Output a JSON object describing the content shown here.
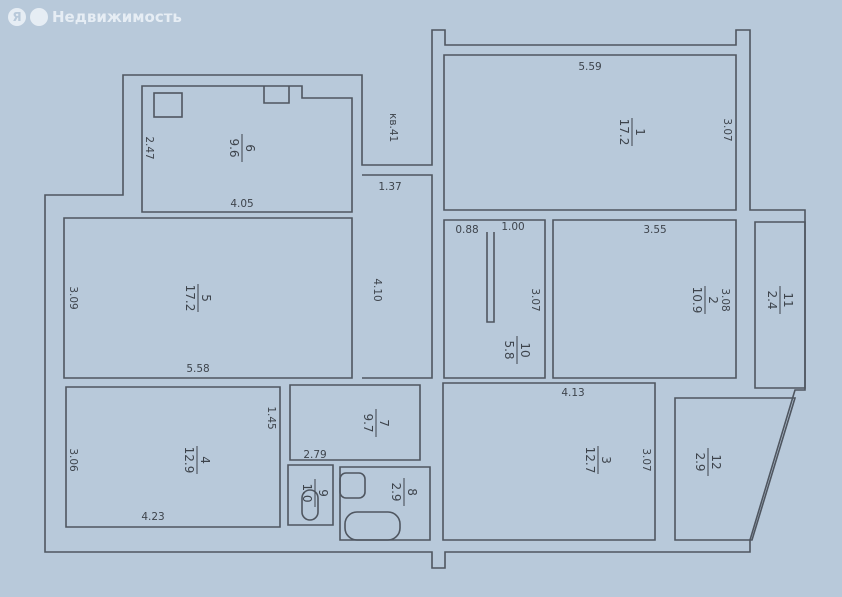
{
  "watermark": {
    "brand": "Недвижимость",
    "logo_letter": "Я"
  },
  "apartment_label": "кв.41",
  "rooms": [
    {
      "number": "1",
      "area": "17.2"
    },
    {
      "number": "2",
      "area": "10.9"
    },
    {
      "number": "3",
      "area": "12.7"
    },
    {
      "number": "4",
      "area": "12.9"
    },
    {
      "number": "5",
      "area": "17.2"
    },
    {
      "number": "6",
      "area": "9.6"
    },
    {
      "number": "7",
      "area": "9.7"
    },
    {
      "number": "8",
      "area": "2.9"
    },
    {
      "number": "9",
      "area": "1.0"
    },
    {
      "number": "10",
      "area": "5.8"
    },
    {
      "number": "11",
      "area": "2.4"
    },
    {
      "number": "12",
      "area": "2.9"
    }
  ],
  "dimensions": [
    "5.59",
    "3.07",
    "3.55",
    "1.00",
    "0.88",
    "3.07",
    "3.08",
    "4.13",
    "3.07",
    "2.47",
    "4.05",
    "1.37",
    "4.10",
    "3.09",
    "5.58",
    "1.45",
    "2.79",
    "3.06",
    "4.23"
  ]
}
